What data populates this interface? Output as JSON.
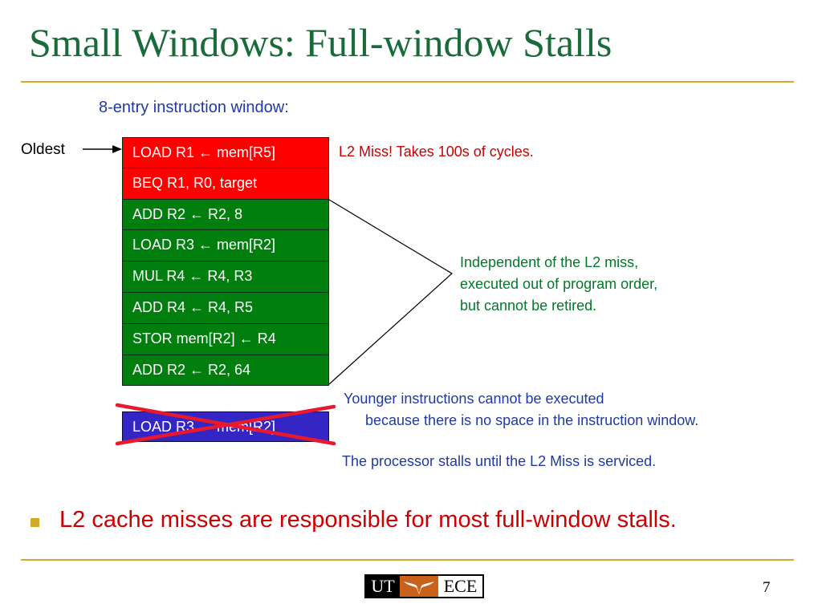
{
  "slide": {
    "title": "Small Windows: Full-window Stalls",
    "subtitle": "8-entry instruction window:",
    "oldest_label": "Oldest",
    "window_entries": [
      {
        "text": "LOAD R1 ← mem[R5]",
        "color": "#ff0000"
      },
      {
        "text": "BEQ R1, R0, target",
        "color": "#ff0000"
      },
      {
        "text": "ADD R2 ← R2, 8",
        "color": "#007f0e"
      },
      {
        "text": "LOAD R3 ← mem[R2]",
        "color": "#007f0e"
      },
      {
        "text": "MUL R4 ← R4, R3",
        "color": "#007f0e"
      },
      {
        "text": "ADD R4 ← R4, R5",
        "color": "#007f0e"
      },
      {
        "text": "STOR mem[R2] ← R4",
        "color": "#007f0e"
      },
      {
        "text": "ADD R2 ← R2, 64",
        "color": "#007f0e"
      }
    ],
    "younger_entry": {
      "text": "LOAD R3 ← mem[R2]",
      "color": "#3326c4"
    },
    "l2_miss_note": "L2 Miss! Takes 100s of cycles.",
    "independent_note": [
      "Independent of the L2 miss,",
      "executed out of program order,",
      "but cannot be retired."
    ],
    "younger_note": [
      "Younger instructions cannot be executed",
      "because there is no space in the instruction window."
    ],
    "stall_note": "The processor stalls until the L2 Miss is serviced.",
    "bullet": "L2 cache misses are responsible for most full-window stalls.",
    "logo": {
      "left": "UT",
      "right": "ECE"
    },
    "page_number": "7"
  },
  "colors": {
    "title": "#1a6b3a",
    "rule": "#d4a82a",
    "miss_red": "#ff0000",
    "independent_green": "#007f0e",
    "younger_blue": "#3326c4",
    "note_blue": "#1f3aa8",
    "bullet_red": "#cc0000"
  }
}
